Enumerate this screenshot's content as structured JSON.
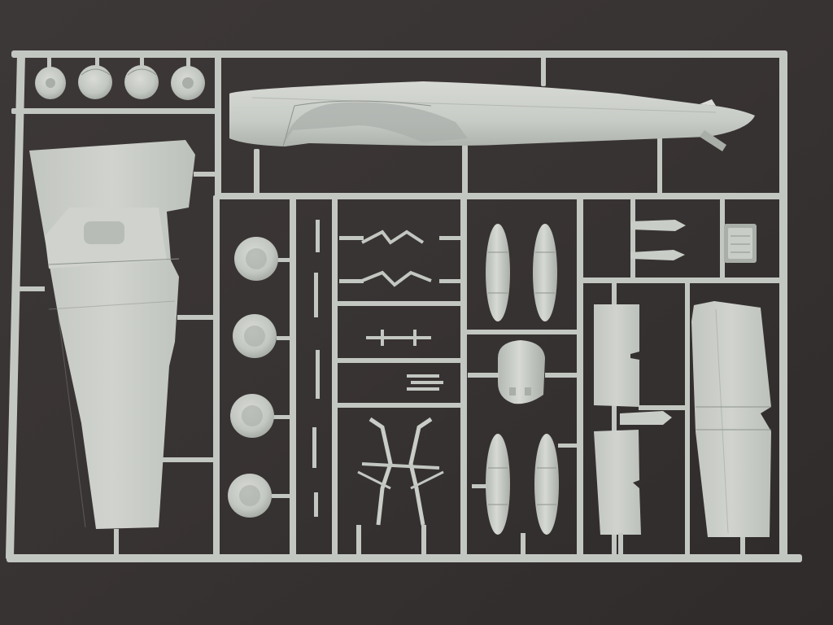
{
  "photo": {
    "subject": "plastic-model-kit-sprue",
    "colors": {
      "background": "#3a3535",
      "plastic": "#c9cdc8",
      "plastic_highlight": "#d9dcd7",
      "plastic_shadow": "#a9aea9"
    },
    "parts": [
      "fuselage-half",
      "wing-upper",
      "horizontal-stabilizer",
      "elevator-halves",
      "wheel",
      "engine-nacelle",
      "engine-cowling",
      "landing-gear-leg",
      "propeller-spinner",
      "exhaust-part"
    ]
  }
}
